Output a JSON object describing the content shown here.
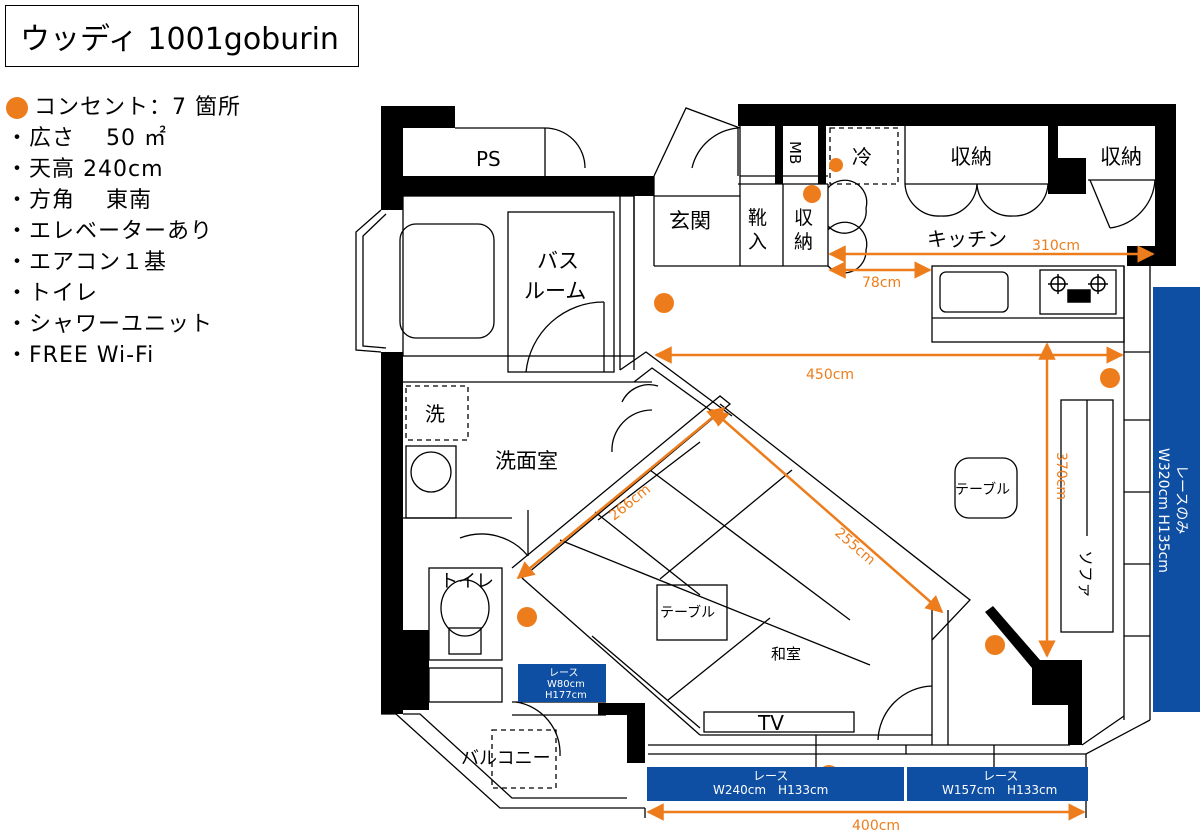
{
  "title": "ウッディ 1001goburin",
  "info": {
    "outlets": "コンセント：7 箇所",
    "area": "・広さ　 50 ㎡",
    "ceiling": "・天高 240cm",
    "direction": "・方角　 東南",
    "elevator": "・エレベーターあり",
    "aircon": "・エアコン１基",
    "toilet": "・トイレ",
    "shower": "・シャワーユニット",
    "wifi": "・FREE Wi-Fi"
  },
  "rooms": {
    "ps": "PS",
    "mb": "MB",
    "fridge": "冷",
    "storage1": "収納",
    "storage2": "収納",
    "entrance": "玄関",
    "shoe_a": "靴",
    "shoe_b": "入",
    "storage3_a": "収",
    "storage3_b": "納",
    "kitchen": "キッチン",
    "bath_a": "バス",
    "bath_b": "ルーム",
    "washer": "洗",
    "washroom": "洗面室",
    "toilet": "トイレ",
    "table1": "テーブル",
    "table2": "テーブル",
    "sofa": "ソファ",
    "washitsu": "和室",
    "tv": "TV",
    "balcony": "バルコニー"
  },
  "dimensions": {
    "d310": "310cm",
    "d78": "78cm",
    "d450": "450cm",
    "d370": "370cm",
    "d266": "266cm",
    "d255": "255cm",
    "d400": "400cm"
  },
  "curtains": {
    "right_a": "レースのみ",
    "right_b": "W320cm H135cm",
    "small_a": "レース",
    "small_b": "W80cm",
    "small_c": "H177cm",
    "bottom1_a": "レース",
    "bottom1_b": "W240cm　H133cm",
    "bottom2_a": "レース",
    "bottom2_b": "W157cm　H133cm"
  },
  "colors": {
    "accent": "#ed7d1c",
    "curtain": "#0e4fa3",
    "wall": "#000000"
  }
}
